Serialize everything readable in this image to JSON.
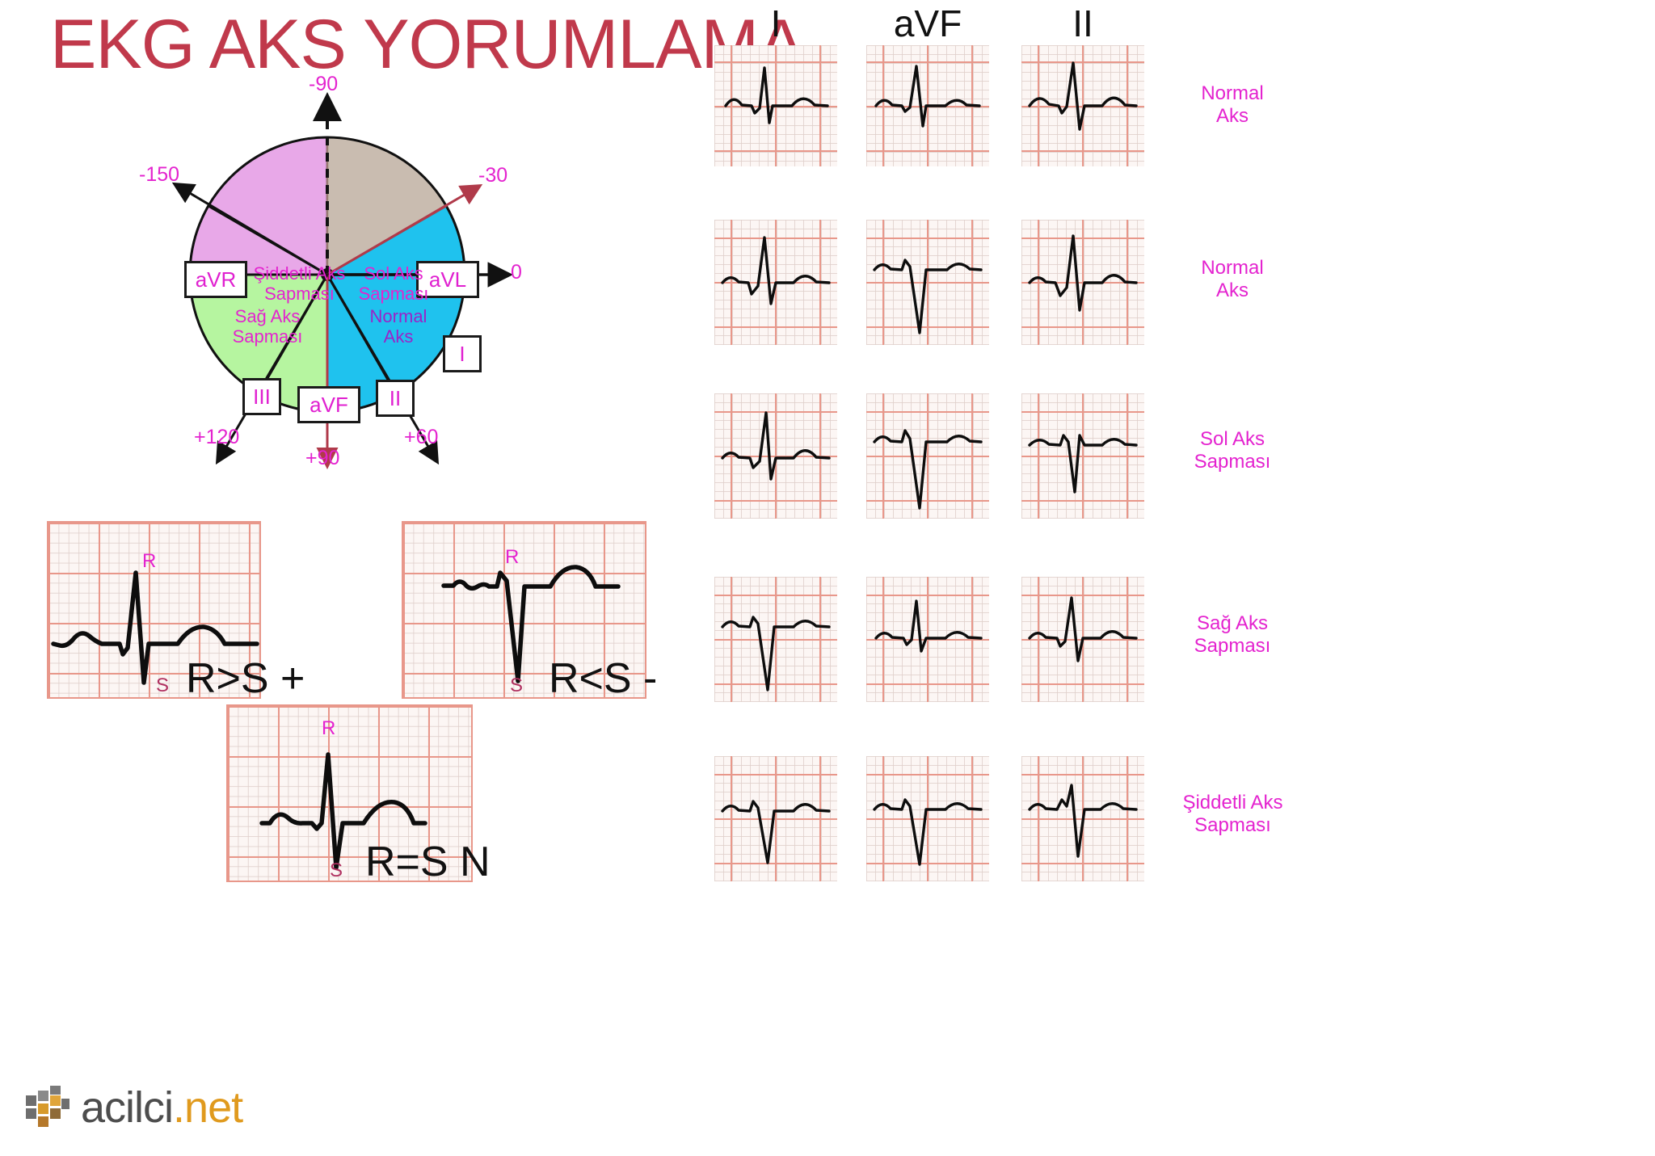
{
  "title": "EKG AKS YORUMLAMA",
  "colors": {
    "title": "#c0394b",
    "magenta": "#e423cf",
    "purple": "#9b23c8",
    "sector_extreme": "#e8a8e8",
    "sector_left": "#c9bcb0",
    "sector_normal": "#1fc2ee",
    "sector_right": "#b6f5a0",
    "grid_fine": "#e0d0cc",
    "grid_bold": "#e8978a",
    "trace": "#0d0d0d",
    "logo_orange": "#e09a1e"
  },
  "axis_diagram": {
    "name": "hexaxial-axis-circle",
    "lead_boxes": [
      {
        "label": "aVR"
      },
      {
        "label": "aVL"
      },
      {
        "label": "I"
      },
      {
        "label": "II"
      },
      {
        "label": "aVF"
      },
      {
        "label": "III"
      }
    ],
    "degree_labels": [
      {
        "label": "-90"
      },
      {
        "label": "-150"
      },
      {
        "label": "-30"
      },
      {
        "label": "0"
      },
      {
        "label": "+60"
      },
      {
        "label": "+90"
      },
      {
        "label": "+120"
      }
    ],
    "sectors": [
      {
        "line1": "Şiddetli Aks",
        "line2": "Sapması"
      },
      {
        "line1": "Sol Aks",
        "line2": "Sapması"
      },
      {
        "line1": "Normal",
        "line2": "Aks"
      },
      {
        "line1": "Sağ Aks",
        "line2": "Sapması"
      }
    ]
  },
  "demo_panels": [
    {
      "caption": "R>S +",
      "r_mark": "R",
      "s_mark": "S"
    },
    {
      "caption": "R<S -",
      "r_mark": "R",
      "s_mark": "S"
    },
    {
      "caption": "R=S N",
      "r_mark": "R",
      "s_mark": "S"
    }
  ],
  "lead_table": {
    "columns": [
      "I",
      "aVF",
      "II"
    ],
    "rows": [
      {
        "label_line1": "Normal",
        "label_line2": "Aks"
      },
      {
        "label_line1": "Normal",
        "label_line2": "Aks"
      },
      {
        "label_line1": "Sol Aks",
        "label_line2": "Sapması"
      },
      {
        "label_line1": "Sağ Aks",
        "label_line2": "Sapması"
      },
      {
        "label_line1": "Şiddetli Aks",
        "label_line2": "Sapması"
      }
    ]
  },
  "logo": {
    "name": "acilci",
    "suffix": ".net"
  }
}
